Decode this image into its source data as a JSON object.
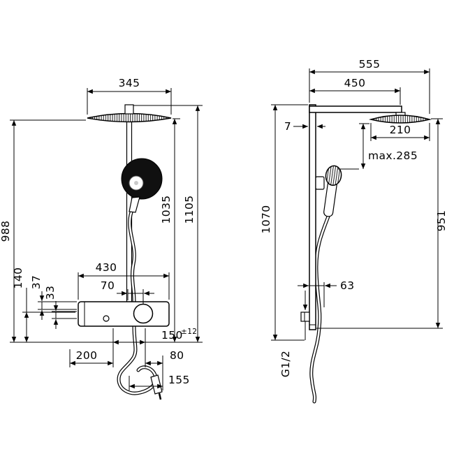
{
  "drawing": {
    "colors": {
      "line": "#000000",
      "background": "#ffffff",
      "holder_fill": "#101010"
    }
  },
  "front_view": {
    "dims": {
      "head_width": "345",
      "total_height": "1105",
      "upper_height": "1035",
      "left_height": "988",
      "supply_drop": "140",
      "detail_37": "37",
      "detail_33": "33",
      "valve_width": "430",
      "knob_offset": "70",
      "supply_spacing": "150",
      "supply_tolerance": "±12",
      "loop_left": "200",
      "loop_offset": "80",
      "loop_width": "155"
    }
  },
  "side_view": {
    "dims": {
      "total_projection": "555",
      "arm_projection": "450",
      "wall_gap": "7",
      "head_depth": "210",
      "handshower_range": "max.285",
      "bar_height": "1070",
      "right_height": "951",
      "outlet_offset": "63",
      "thread": "G1/2"
    }
  }
}
